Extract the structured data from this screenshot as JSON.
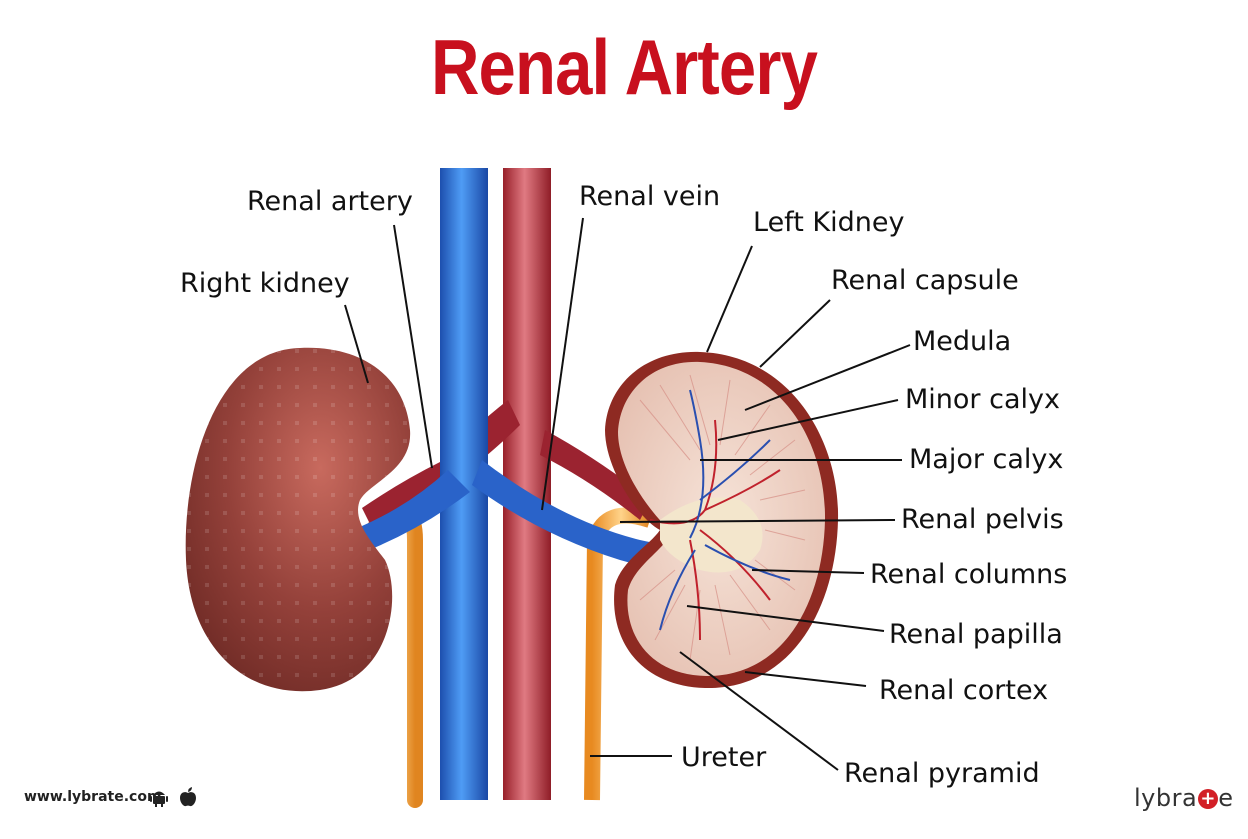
{
  "title": "Renal Artery",
  "title_color": "#c8101e",
  "labels": {
    "renal_artery": "Renal artery",
    "renal_vein": "Renal vein",
    "left_kidney": "Left Kidney",
    "right_kidney": "Right kidney",
    "renal_capsule": "Renal capsule",
    "medula": "Medula",
    "minor_calyx": "Minor calyx",
    "major_calyx": "Major calyx",
    "renal_pelvis": "Renal pelvis",
    "renal_columns": "Renal columns",
    "renal_papilla": "Renal papilla",
    "renal_cortex": "Renal cortex",
    "ureter": "Ureter",
    "renal_pyramid": "Renal pyramid"
  },
  "footer": {
    "url": "www.lybrate.com",
    "brand_text": "lybra",
    "brand_suffix": "e",
    "brand_plus": "+"
  },
  "icons": [
    "android-icon",
    "apple-icon"
  ],
  "colors": {
    "vein_blue": "#1f5fc4",
    "artery_red": "#b3222e",
    "ureter_orange": "#f0a030",
    "kidney_brown": "#8e3a30",
    "kidney_section_pink": "#ecccbf"
  }
}
